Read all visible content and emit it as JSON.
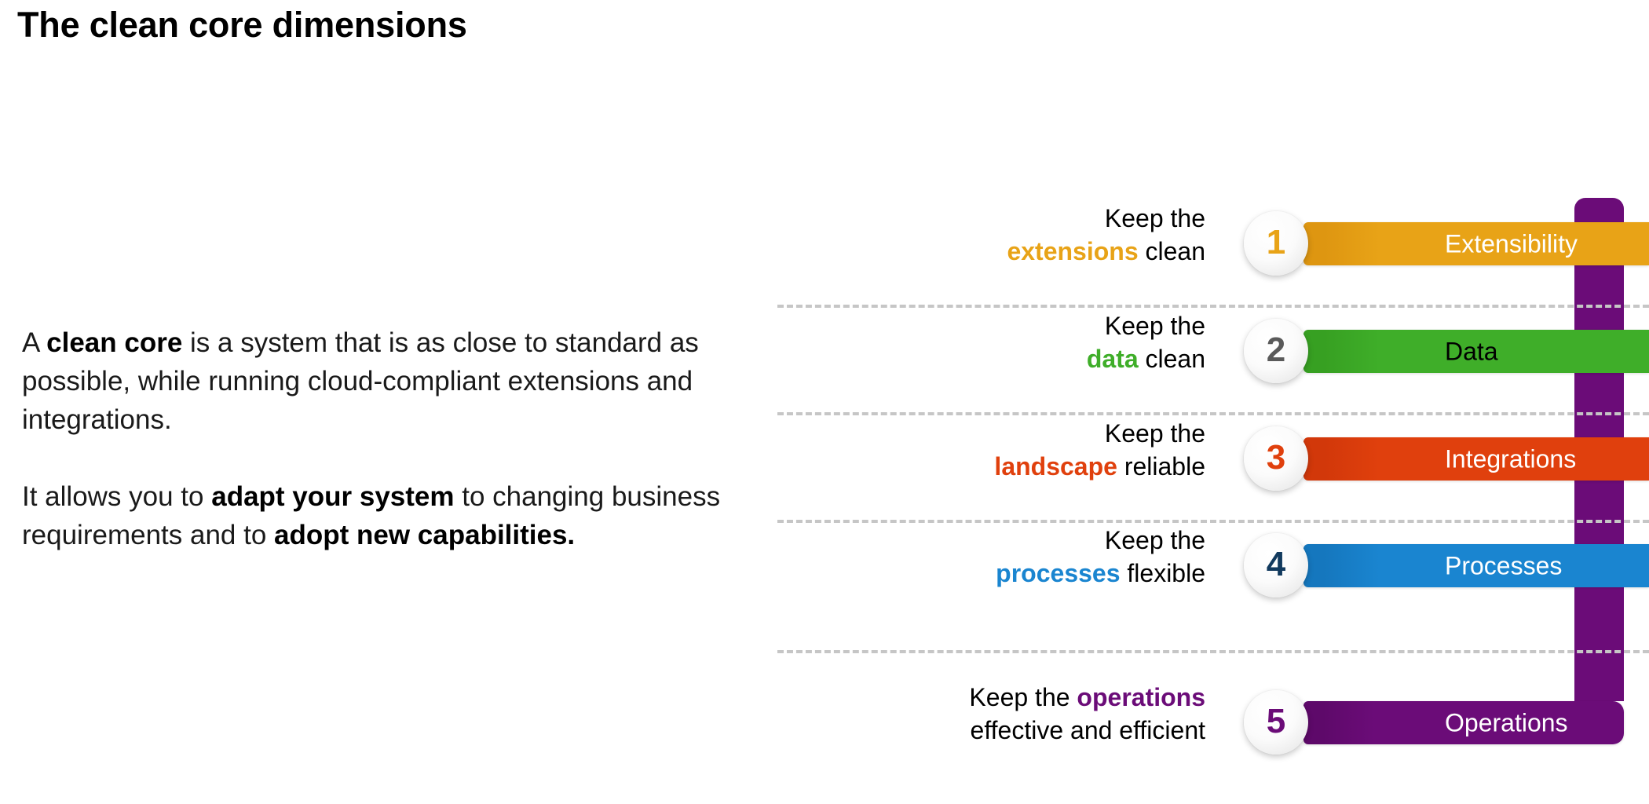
{
  "slide": {
    "title": "The clean core dimensions",
    "background_color": "#FFFFFF"
  },
  "body": {
    "paragraph_1": {
      "prefix": "A ",
      "bold_1": "clean core",
      "middle": " is a system that is as close to standard as possible, while running cloud-compliant extensions and integrations."
    },
    "paragraph_2": {
      "prefix": "It allows you to ",
      "bold_1": "adapt your system",
      "middle": " to changing business requirements and to ",
      "bold_2": "adopt new capabilities."
    }
  },
  "diagram": {
    "connector_color": "#6B0C78",
    "divider_color": "#C6C6C6",
    "rows": [
      {
        "number": "1",
        "caption_line1_plain": "Keep the",
        "caption_line2_highlight": "extensions",
        "caption_line2_plain": " clean",
        "bar_label": "Extensibility",
        "color": "#E8A317",
        "bar_color_dark": "#DE9611",
        "label_color": "#FFFFFF",
        "number_color": "#E8A317"
      },
      {
        "number": "2",
        "caption_line1_plain": "Keep the",
        "caption_line2_highlight": "data",
        "caption_line2_plain": " clean",
        "bar_label": "Data",
        "color": "#3FAE29",
        "bar_color_dark": "#37A022",
        "label_color": "#000000",
        "number_color": "#5A5A5A"
      },
      {
        "number": "3",
        "caption_line1_plain": "Keep the",
        "caption_line2_highlight": "landscape",
        "caption_line2_plain": " reliable",
        "bar_label": "Integrations",
        "color": "#E0400D",
        "bar_color_dark": "#D2380A",
        "label_color": "#FFFFFF",
        "number_color": "#E0400D"
      },
      {
        "number": "4",
        "caption_line1_plain": "Keep the",
        "caption_line2_highlight": "processes",
        "caption_line2_plain": " flexible",
        "bar_label": "Processes",
        "color": "#1A85D0",
        "bar_color_dark": "#1577BE",
        "label_color": "#FFFFFF",
        "number_color": "#123A5E"
      },
      {
        "number": "5",
        "caption_line1_plain": "Keep the ",
        "caption_line1_highlight": "operations",
        "caption_line2_plain": "effective and efficient",
        "bar_label": "Operations",
        "color": "#6B0C78",
        "bar_color_dark": "#5E096A",
        "label_color": "#FFFFFF",
        "number_color": "#6B0C78"
      }
    ]
  }
}
